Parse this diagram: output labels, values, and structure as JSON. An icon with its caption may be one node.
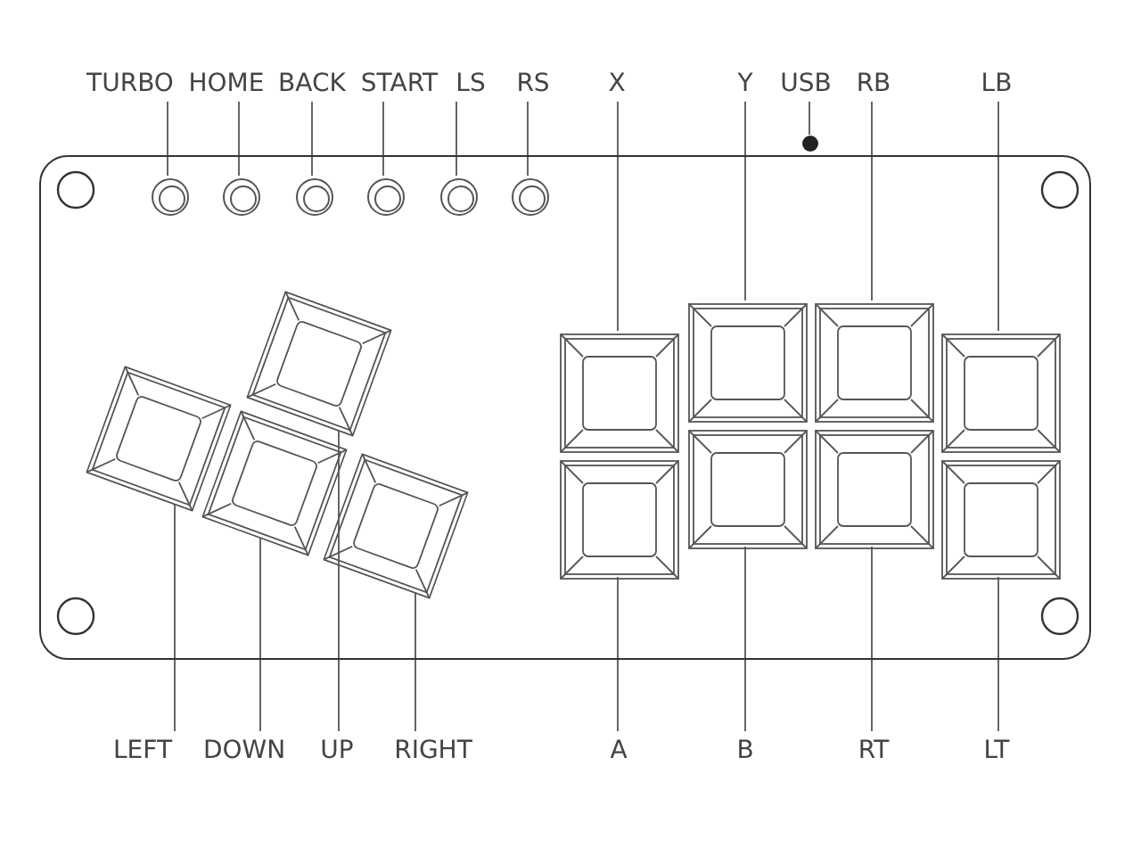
{
  "diagram": {
    "nodes": [
      {
        "text": [
          "TURBO"
        ]
      },
      {
        "text": [
          "HOME"
        ]
      },
      {
        "text": [
          "BACK"
        ]
      },
      {
        "text": [
          "START"
        ]
      },
      {
        "text": [
          "LS"
        ]
      },
      {
        "text": [
          "RS"
        ]
      },
      {
        "text": [
          "X"
        ]
      },
      {
        "text": [
          "Y"
        ]
      },
      {
        "text": [
          "USB"
        ]
      },
      {
        "text": [
          "RB"
        ]
      },
      {
        "text": [
          "LB"
        ]
      },
      {
        "text": [],
        "shape": "box"
      },
      {
        "text": [],
        "shape": "circle",
        "in": 11
      },
      {
        "text": [],
        "shape": "circle",
        "in": 11
      },
      {
        "text": [],
        "shape": "circle",
        "in": 11
      },
      {
        "text": [],
        "shape": "circle",
        "in": 11
      },
      {
        "text": [],
        "shape": "circle",
        "in": 11
      },
      {
        "text": [],
        "shape": "circle",
        "in": 11
      },
      {
        "text": [],
        "shape": "circle"
      },
      {
        "text": [],
        "shape": "box",
        "in": 11
      },
      {
        "text": [],
        "shape": "box",
        "in": 11
      },
      {
        "text": [],
        "shape": "box",
        "in": 11
      },
      {
        "text": [],
        "shape": "box",
        "in": 11
      },
      {
        "text": [],
        "shape": "box",
        "in": 11
      },
      {
        "text": [],
        "shape": "box",
        "in": 11
      },
      {
        "text": [],
        "shape": "box",
        "in": 11
      },
      {
        "text": [],
        "shape": "box",
        "in": 11
      },
      {
        "text": [],
        "shape": "box",
        "in": 11
      },
      {
        "text": [],
        "shape": "box",
        "in": 11
      },
      {
        "text": [],
        "shape": "box",
        "in": 11
      },
      {
        "text": [],
        "shape": "box",
        "in": 11
      },
      {
        "text": [
          "LEFT"
        ]
      },
      {
        "text": [
          "DOWN"
        ]
      },
      {
        "text": [
          "UP"
        ]
      },
      {
        "text": [
          "RIGHT"
        ]
      },
      {
        "text": [
          "A"
        ]
      },
      {
        "text": [
          "B"
        ]
      },
      {
        "text": [
          "RT"
        ]
      },
      {
        "text": [
          "LT"
        ]
      }
    ],
    "edges": [
      {
        "from": 0,
        "to": 12,
        "arrow": "none"
      },
      {
        "from": 1,
        "to": 13,
        "arrow": "none"
      },
      {
        "from": 2,
        "to": 14,
        "arrow": "none"
      },
      {
        "from": 3,
        "to": 15,
        "arrow": "none"
      },
      {
        "from": 4,
        "to": 16,
        "arrow": "none"
      },
      {
        "from": 5,
        "to": 17,
        "arrow": "none"
      },
      {
        "from": 6,
        "to": 23,
        "arrow": "none"
      },
      {
        "from": 7,
        "to": 25,
        "arrow": "none"
      },
      {
        "from": 8,
        "to": 18,
        "arrow": "none"
      },
      {
        "from": 9,
        "to": 27,
        "arrow": "none"
      },
      {
        "from": 10,
        "to": 29,
        "arrow": "none"
      },
      {
        "from": 31,
        "to": 19,
        "arrow": "none"
      },
      {
        "from": 32,
        "to": 20,
        "arrow": "none"
      },
      {
        "from": 33,
        "to": 21,
        "arrow": "none"
      },
      {
        "from": 34,
        "to": 22,
        "arrow": "none"
      },
      {
        "from": 35,
        "to": 24,
        "arrow": "none"
      },
      {
        "from": 36,
        "to": 26,
        "arrow": "none"
      },
      {
        "from": 37,
        "to": 28,
        "arrow": "none"
      },
      {
        "from": 38,
        "to": 30,
        "arrow": "none"
      }
    ]
  }
}
